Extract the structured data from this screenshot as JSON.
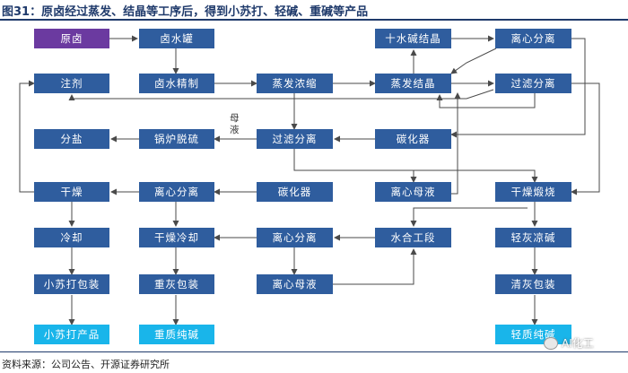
{
  "title": "图31：原卤经过蒸发、结晶等工序后，得到小苏打、轻碱、重碱等产品",
  "source": "资料来源：公司公告、开源证券研究所",
  "watermark": "AI化工",
  "side_label": "母液",
  "colors": {
    "title": "#1f3a6b",
    "node_blue": "#2f5d9e",
    "node_purple": "#6b3aa0",
    "node_cyan": "#19b5ea",
    "arrow": "#4a4a4a"
  },
  "nodes": {
    "yuanlu": "原卤",
    "lushuiguan": "卤水罐",
    "shishuijiejing": "十水碱结晶",
    "lixinfenli_top": "离心分离",
    "zhuzhi": "注剂",
    "lushuijingzhi": "卤水精制",
    "zhengfanongsuo": "蒸发浓缩",
    "zhengfajiejing": "蒸发结晶",
    "guolvfenli_right": "过滤分离",
    "fenyan": "分盐",
    "guolutuoliu": "锅炉脱硫",
    "guolvfenli_mid": "过滤分离",
    "tanhuaqi_mid": "碳化器",
    "ganzao": "干燥",
    "lixinfenli_mid": "离心分离",
    "tanhuaqi_low": "碳化器",
    "lixinmuye_mid": "离心母液",
    "ganzaoduanshao": "干燥煅烧",
    "lengque": "冷却",
    "ganzaolengque": "干燥冷却",
    "lixinfenli_low": "离心分离",
    "shuihegongduan": "水合工段",
    "qinghuiliangjian": "轻灰凉碱",
    "xiaosudabaozhuang": "小苏打包装",
    "zhonghuibaozhuang": "重灰包装",
    "lixinmuye_low": "离心母液",
    "qinghuibaozhuang": "清灰包装",
    "xiaosudachanpin": "小苏打产品",
    "zhongzhichunjian": "重质纯碱",
    "qingzhichunjian": "轻质纯碱"
  }
}
